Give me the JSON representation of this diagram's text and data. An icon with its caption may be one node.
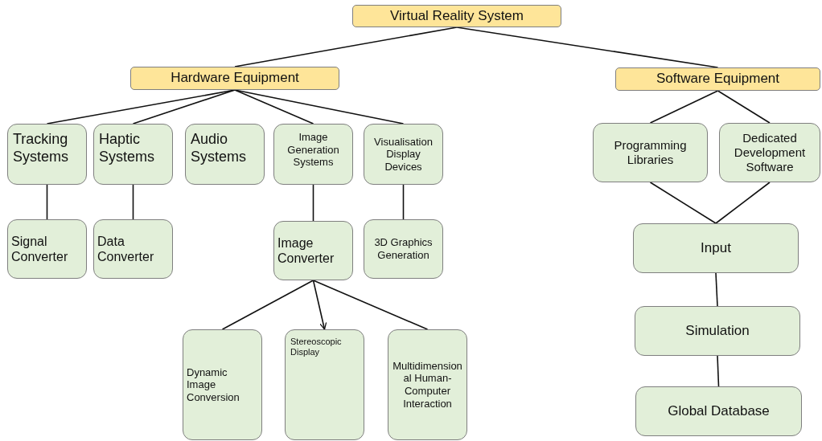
{
  "diagram": {
    "nodes": [
      {
        "text": [
          "Virtual Reality System"
        ]
      },
      {
        "text": [
          "Hardware Equipment"
        ]
      },
      {
        "text": [
          "Software Equipment"
        ]
      },
      {
        "text": [
          "Tracking Systems"
        ]
      },
      {
        "text": [
          "Haptic Systems"
        ]
      },
      {
        "text": [
          "Audio Systems"
        ]
      },
      {
        "text": [
          "Image Generation Systems"
        ]
      },
      {
        "text": [
          "Visualisation Display Devices"
        ]
      },
      {
        "text": [
          "Signal Converter"
        ]
      },
      {
        "text": [
          "Data Converter"
        ]
      },
      {
        "text": [
          "Image Converter"
        ]
      },
      {
        "text": [
          "3D Graphics Generation"
        ]
      },
      {
        "text": [
          "Dynamic Image Conversion"
        ]
      },
      {
        "text": [
          "Stereoscopic Display"
        ]
      },
      {
        "text": [
          "Multidimensional Human-Computer Interaction"
        ]
      },
      {
        "text": [
          "Programming Libraries"
        ]
      },
      {
        "text": [
          "Dedicated Development Software"
        ]
      },
      {
        "text": [
          "Input"
        ]
      },
      {
        "text": [
          "Simulation"
        ]
      },
      {
        "text": [
          "Global Database"
        ]
      }
    ],
    "edges": [
      {
        "from": 0,
        "to": 1,
        "arrow": "none"
      },
      {
        "from": 0,
        "to": 2,
        "arrow": "none"
      },
      {
        "from": 1,
        "to": 3,
        "arrow": "none"
      },
      {
        "from": 1,
        "to": 4,
        "arrow": "none"
      },
      {
        "from": 1,
        "to": 6,
        "arrow": "none"
      },
      {
        "from": 1,
        "to": 7,
        "arrow": "none"
      },
      {
        "from": 3,
        "to": 8,
        "arrow": "none"
      },
      {
        "from": 4,
        "to": 9,
        "arrow": "none"
      },
      {
        "from": 6,
        "to": 10,
        "arrow": "none"
      },
      {
        "from": 7,
        "to": 11,
        "arrow": "none"
      },
      {
        "from": 10,
        "to": 12,
        "arrow": "none"
      },
      {
        "from": 10,
        "to": 13,
        "arrow": "to"
      },
      {
        "from": 10,
        "to": 14,
        "arrow": "none"
      },
      {
        "from": 2,
        "to": 15,
        "arrow": "none"
      },
      {
        "from": 2,
        "to": 16,
        "arrow": "none"
      },
      {
        "from": 15,
        "to": 17,
        "arrow": "none"
      },
      {
        "from": 16,
        "to": 17,
        "arrow": "none"
      },
      {
        "from": 17,
        "to": 18,
        "arrow": "none"
      },
      {
        "from": 18,
        "to": 19,
        "arrow": "none"
      }
    ]
  }
}
